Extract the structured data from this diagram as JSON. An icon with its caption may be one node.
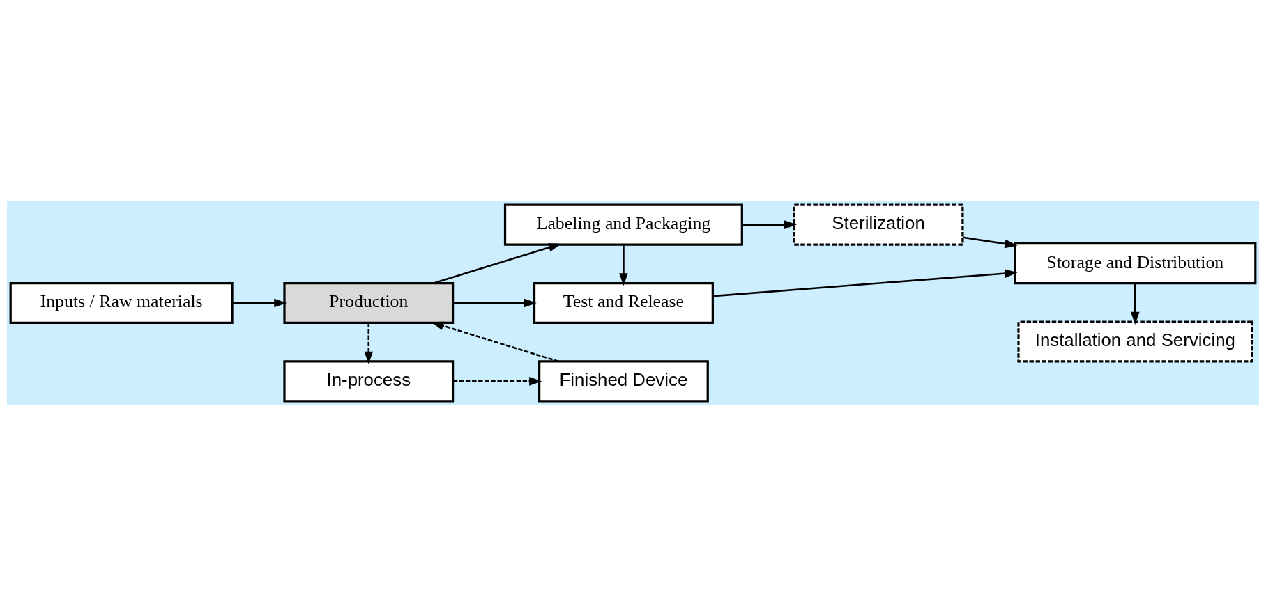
{
  "diagram": {
    "nodes": [
      {
        "text": [
          "Inputs / Raw materials"
        ]
      },
      {
        "text": [
          "Production"
        ]
      },
      {
        "text": [
          "Test and Release"
        ]
      },
      {
        "text": [
          "Labeling and Packaging"
        ]
      },
      {
        "text": [
          "Storage and Distribution"
        ]
      },
      {
        "text": [
          "Installation and Servicing"
        ]
      },
      {
        "text": [
          "In-process"
        ]
      },
      {
        "text": [
          "Finished Device"
        ]
      },
      {
        "text": [
          "Sterilization"
        ]
      }
    ],
    "edges": [
      {
        "from": 0,
        "to": 1,
        "arrow": "to"
      },
      {
        "from": 1,
        "to": 2,
        "arrow": "to"
      },
      {
        "from": 1,
        "to": 3,
        "arrow": "to"
      },
      {
        "from": 3,
        "to": 2,
        "arrow": "to"
      },
      {
        "from": 2,
        "to": 4,
        "arrow": "to"
      },
      {
        "from": 3,
        "to": 8,
        "arrow": "to"
      },
      {
        "from": 8,
        "to": 4,
        "arrow": "to"
      },
      {
        "from": 4,
        "to": 5,
        "arrow": "to"
      },
      {
        "from": 1,
        "to": 6,
        "arrow": "to",
        "style": "dashed"
      },
      {
        "from": 6,
        "to": 7,
        "arrow": "to",
        "style": "dashed"
      },
      {
        "from": 7,
        "to": 1,
        "arrow": "to",
        "style": "dashed"
      }
    ]
  }
}
